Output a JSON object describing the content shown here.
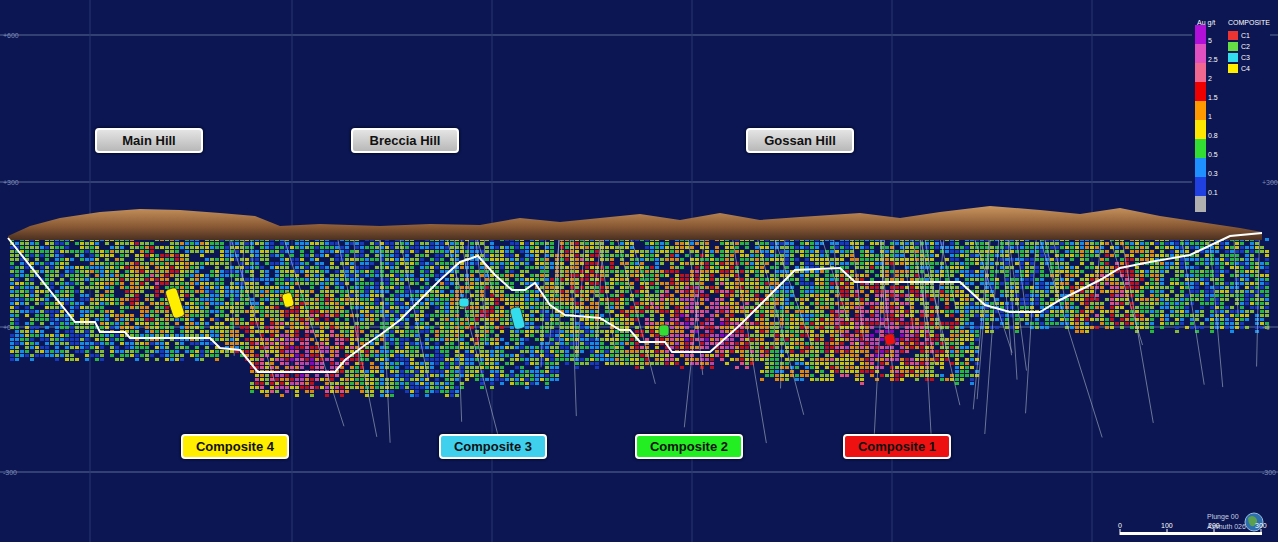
{
  "diagram": {
    "nodes": [
      {
        "text": [
          "Main Hill"
        ]
      },
      {
        "text": [
          "Breccia Hill"
        ]
      },
      {
        "text": [
          "Gossan Hill"
        ]
      },
      {
        "text": [
          "Composite 4"
        ]
      },
      {
        "text": [
          "Composite 3"
        ]
      },
      {
        "text": [
          "Composite 2"
        ]
      },
      {
        "text": [
          "Composite 1"
        ]
      }
    ],
    "labels": [
      "Au g/t",
      "COMPOSITE",
      "+600",
      "+300",
      "+0",
      "-300",
      "+300",
      "+0",
      "-300",
      "Plunge 00",
      "Azimuth 026",
      "0",
      "100",
      "200",
      "300"
    ],
    "legend": [
      {
        "text": "5",
        "color": "#b010d8"
      },
      {
        "text": "2.5",
        "color": "#e050c0"
      },
      {
        "text": "2",
        "color": "#f06890"
      },
      {
        "text": "1.5",
        "color": "#ee0000"
      },
      {
        "text": "1",
        "color": "#ff9900"
      },
      {
        "text": "0.8",
        "color": "#ffe600"
      },
      {
        "text": "0.5",
        "color": "#33dd33"
      },
      {
        "text": "0.3",
        "color": "#1e90ff"
      },
      {
        "text": "0.1",
        "color": "#2040e0"
      },
      {
        "text": "C1",
        "color": "#ee3333"
      },
      {
        "text": "C2",
        "color": "#66dd44"
      },
      {
        "text": "C3",
        "color": "#33ddee"
      },
      {
        "text": "C4",
        "color": "#ffee00"
      }
    ]
  }
}
